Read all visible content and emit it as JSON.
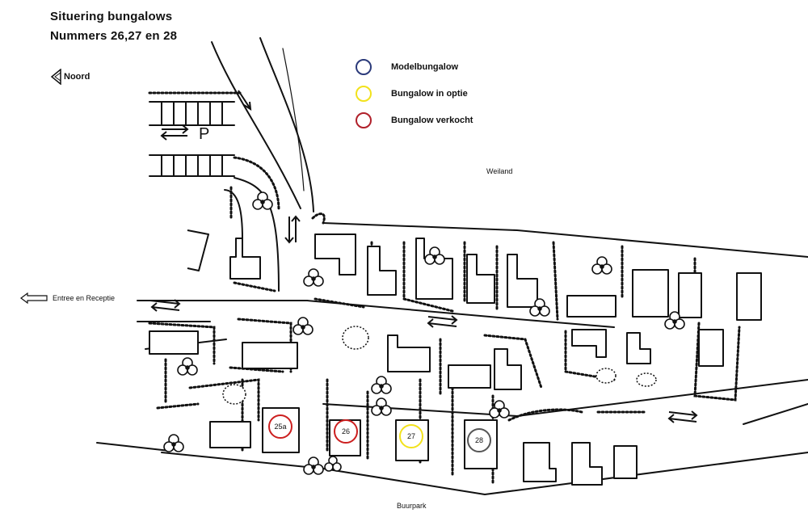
{
  "title": {
    "line1": "Situering bungalows",
    "line2": "Nummers 26,27 en 28"
  },
  "compass": {
    "label": "Noord",
    "icon": "north-arrow-icon"
  },
  "legend": {
    "items": [
      {
        "label": "Modelbungalow",
        "color": "#2b3a7a"
      },
      {
        "label": "Bungalow in optie",
        "color": "#f2e21c"
      },
      {
        "label": "Bungalow verkocht",
        "color": "#b0202a"
      }
    ]
  },
  "labels": {
    "parking": "P",
    "meadow": "Weiland",
    "entrance": "Entree en Receptie",
    "neighbour_park": "Buurpark"
  },
  "plots": [
    {
      "number": "25a",
      "status": "verkocht",
      "color": "#cc1f1f"
    },
    {
      "number": "26",
      "status": "verkocht",
      "color": "#cc1f1f"
    },
    {
      "number": "27",
      "status": "optie",
      "color": "#f2e21c"
    },
    {
      "number": "28",
      "status": "none",
      "color": "#555555"
    }
  ]
}
